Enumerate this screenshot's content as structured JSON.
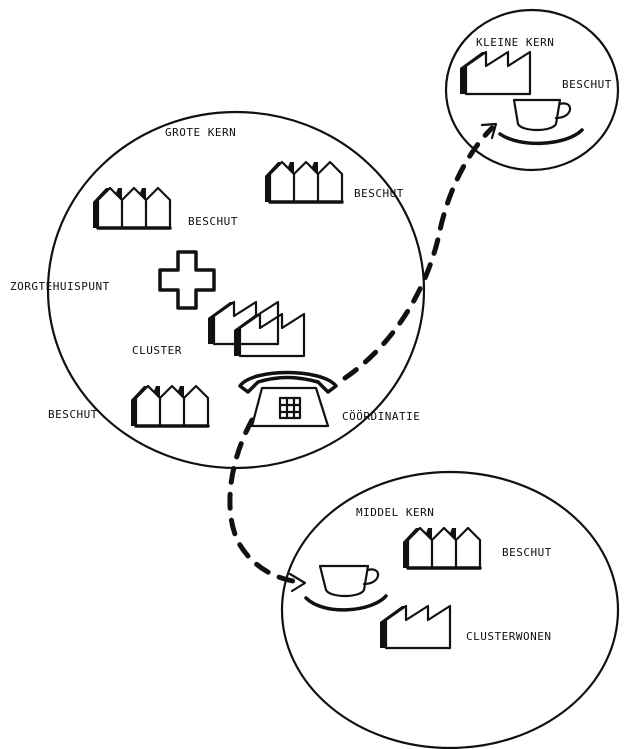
{
  "colors": {
    "ink": "#111111",
    "paper": "#ffffff"
  },
  "labels": {
    "groot_kern": "GROTE KERN",
    "kleine_kern": "KLEINE KERN",
    "middel_kern": "MIDDEL KERN",
    "beschut": "BESCHUT",
    "zorgcentrum": "ZORGTEHUISPUNT",
    "cluster": "CLUSTER",
    "coordinatie": "CÖÖRDINATIE",
    "clusterwonen": "CLUSTERWONEN"
  },
  "icons": [
    "factory-icon",
    "cross-icon",
    "telephone-icon",
    "teacup-icon",
    "arrow-icon"
  ]
}
